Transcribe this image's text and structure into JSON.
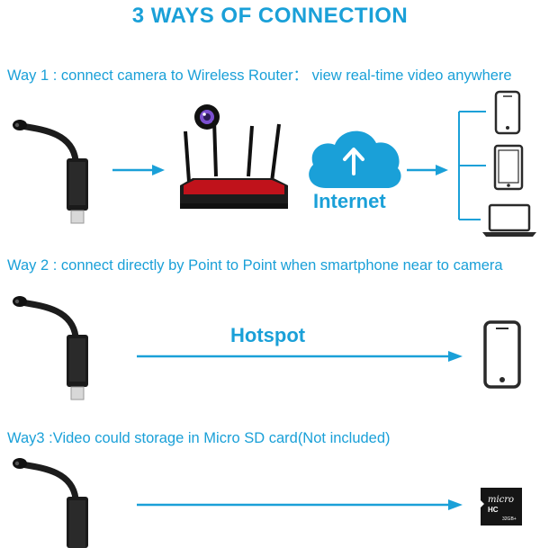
{
  "title": "3 WAYS OF CONNECTION",
  "ways": [
    {
      "text": "Way 1 : connect camera to Wireless Router： view real-time video anywhere",
      "cloud_label": "Internet",
      "devices": [
        "phone-icon",
        "tablet-icon",
        "laptop-icon"
      ]
    },
    {
      "text": "Way 2 : connect directly by Point to Point when smartphone near to camera",
      "link_label": "Hotspot",
      "device": "phone-icon"
    },
    {
      "text": "Way3 :Video could storage in Micro SD card(Not included)",
      "device": "micro-sd-card-icon"
    }
  ],
  "sd_card": {
    "brand": "micro",
    "hc": "HC",
    "capacity": "32GB+"
  },
  "colors": {
    "accent": "#1aa0d8",
    "router_red": "#c0121b",
    "dark": "#1c1c1c"
  }
}
